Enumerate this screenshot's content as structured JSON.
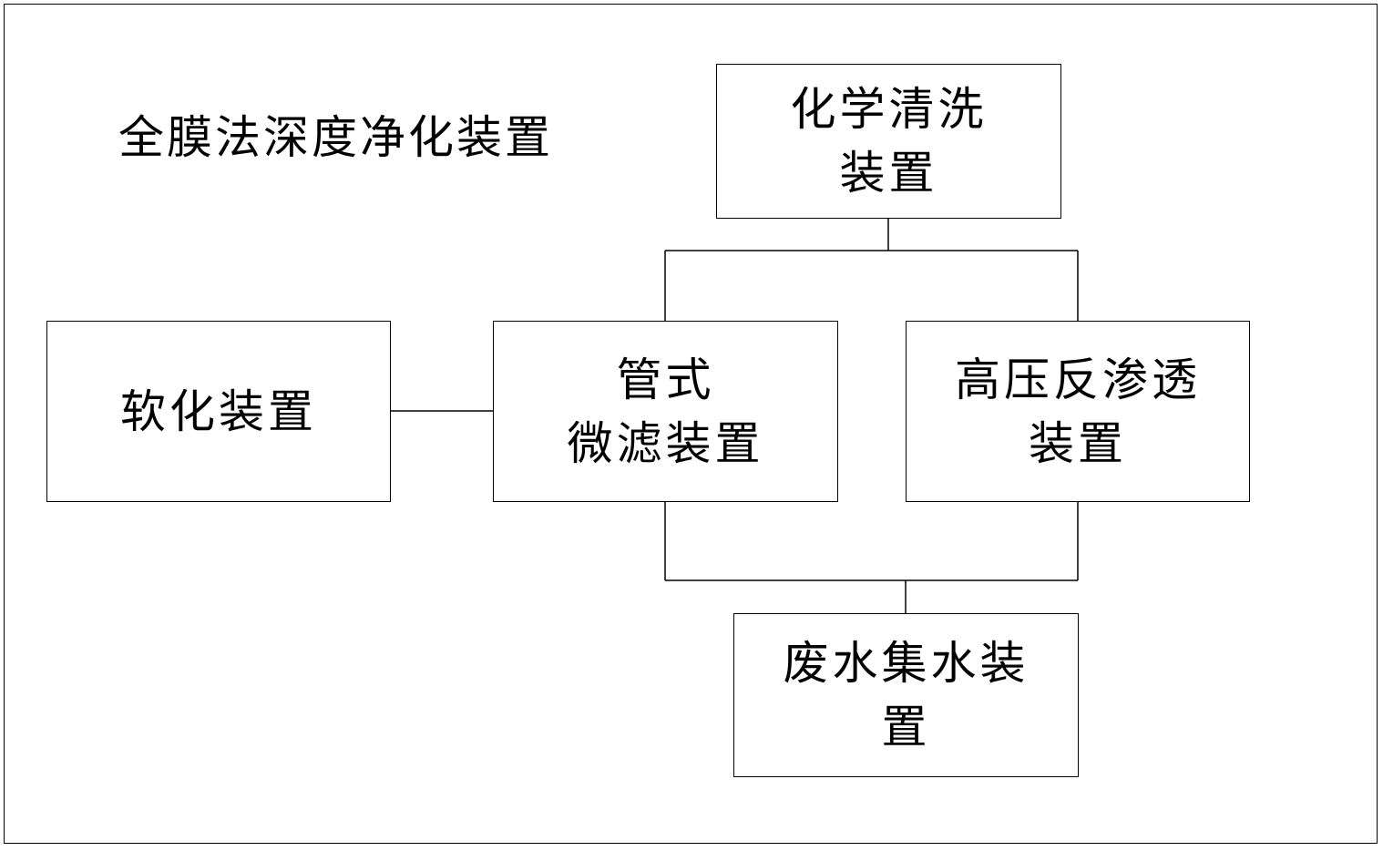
{
  "diagram": {
    "title": "全膜法深度净化装置",
    "nodes": {
      "chemical_cleaning": {
        "line1": "化学清洗",
        "line2": "装置"
      },
      "softening": {
        "line1": "软化装置"
      },
      "tubular_microfiltration": {
        "line1": "管式",
        "line2": "微滤装置"
      },
      "high_pressure_ro": {
        "line1": "高压反渗透",
        "line2": "装置"
      },
      "wastewater_collection": {
        "line1": "废水集水装",
        "line2": "置"
      }
    },
    "edges": [
      {
        "from": "softening",
        "to": "tubular_microfiltration"
      },
      {
        "from": "chemical_cleaning",
        "to": "tubular_microfiltration"
      },
      {
        "from": "chemical_cleaning",
        "to": "high_pressure_ro"
      },
      {
        "from": "tubular_microfiltration",
        "to": "wastewater_collection"
      },
      {
        "from": "high_pressure_ro",
        "to": "wastewater_collection"
      }
    ],
    "line_color": "#000000",
    "background_color": "#ffffff"
  }
}
